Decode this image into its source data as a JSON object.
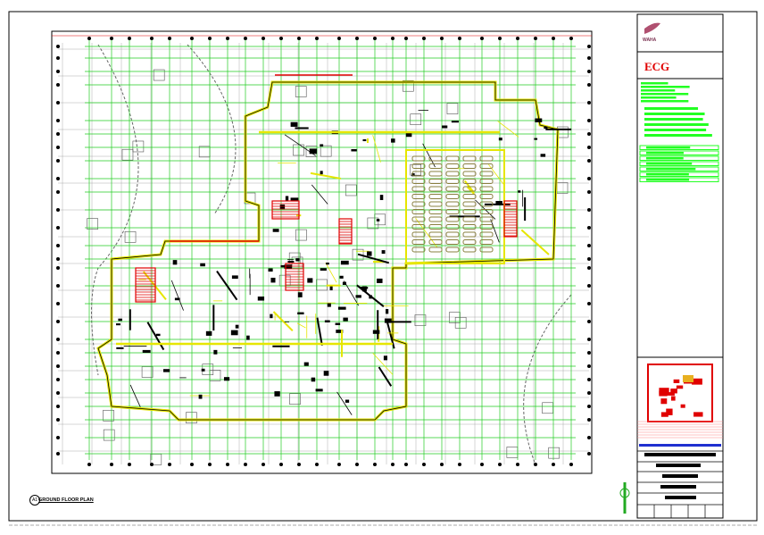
{
  "drawing": {
    "plan_id": "A1",
    "plan_title": "GROUND FLOOR PLAN"
  },
  "title_block": {
    "client_logo": "WAHA",
    "consultant_logo": "ECG"
  },
  "colors": {
    "grid": "#22cc22",
    "walls": "#e6e600",
    "stairs": "#e00000",
    "seating": "#8a8040",
    "frame": "#000000"
  }
}
